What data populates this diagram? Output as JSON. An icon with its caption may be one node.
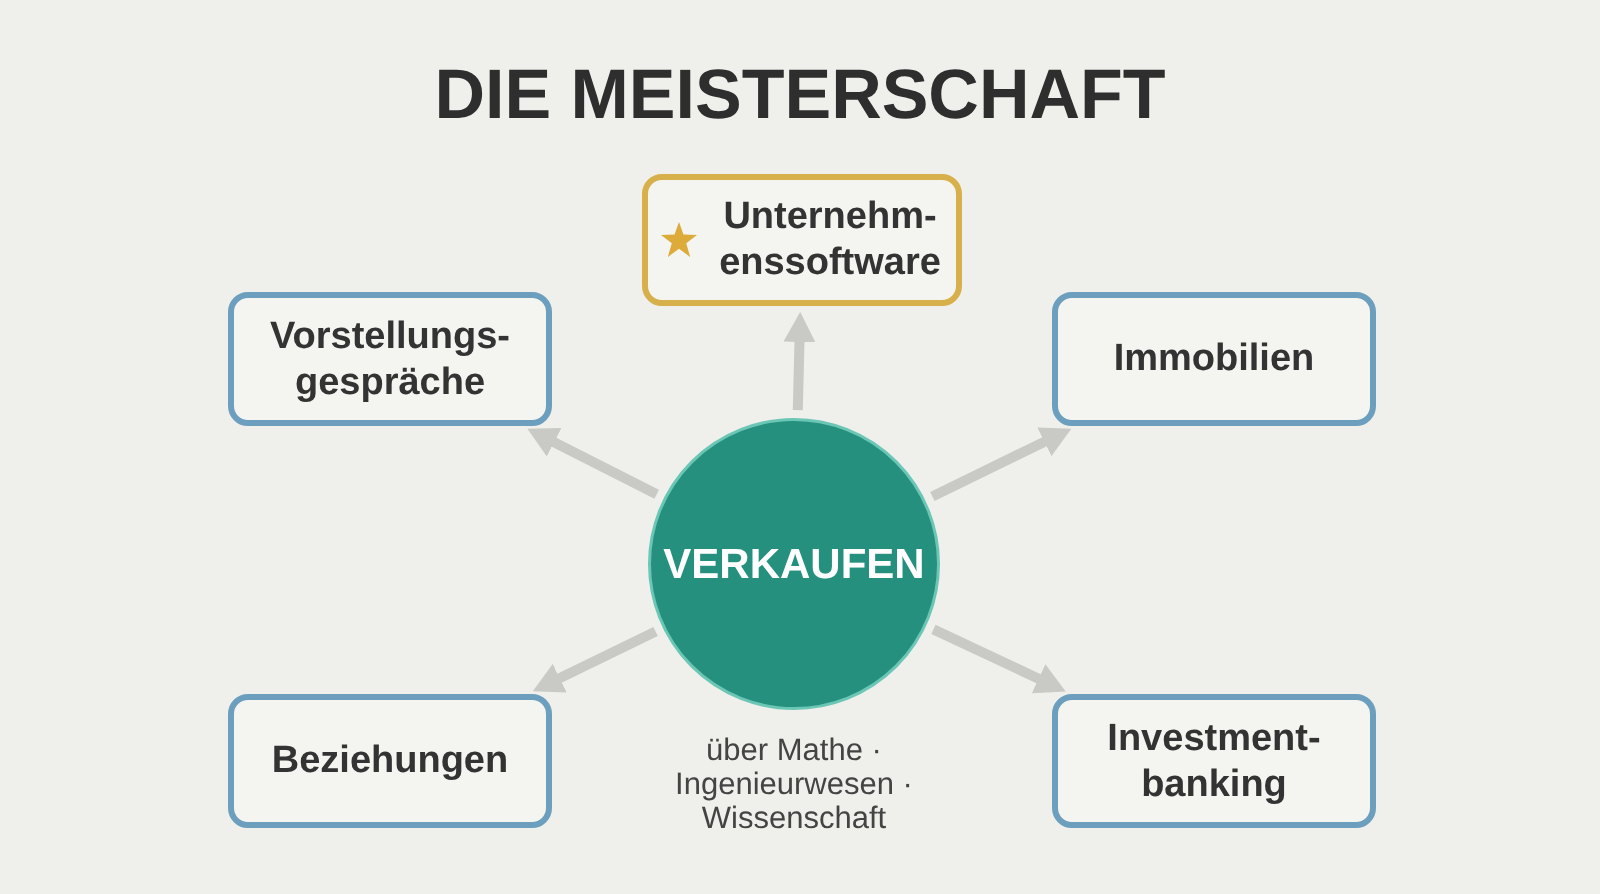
{
  "diagram": {
    "title": "DIE MEISTERSCHAFT",
    "nodes": [
      {
        "text": [
          "Unternehm- enssoftware"
        ]
      },
      {
        "text": [
          "Vorstellungs- gespräche"
        ]
      },
      {
        "text": [
          "Immobilien"
        ]
      },
      {
        "text": [
          "VERKAUFEN"
        ],
        "beside": [
          "über Mathe · Ingenieurwesen · Wissenschaft"
        ]
      },
      {
        "text": [
          "Beziehungen"
        ]
      },
      {
        "text": [
          "Investment- banking"
        ]
      }
    ],
    "edges": [
      {
        "from": 3,
        "to": 0,
        "arrow": "to"
      },
      {
        "from": 3,
        "to": 1,
        "arrow": "to"
      },
      {
        "from": 3,
        "to": 2,
        "arrow": "to"
      },
      {
        "from": 3,
        "to": 4,
        "arrow": "to"
      },
      {
        "from": 3,
        "to": 5,
        "arrow": "to"
      }
    ]
  }
}
